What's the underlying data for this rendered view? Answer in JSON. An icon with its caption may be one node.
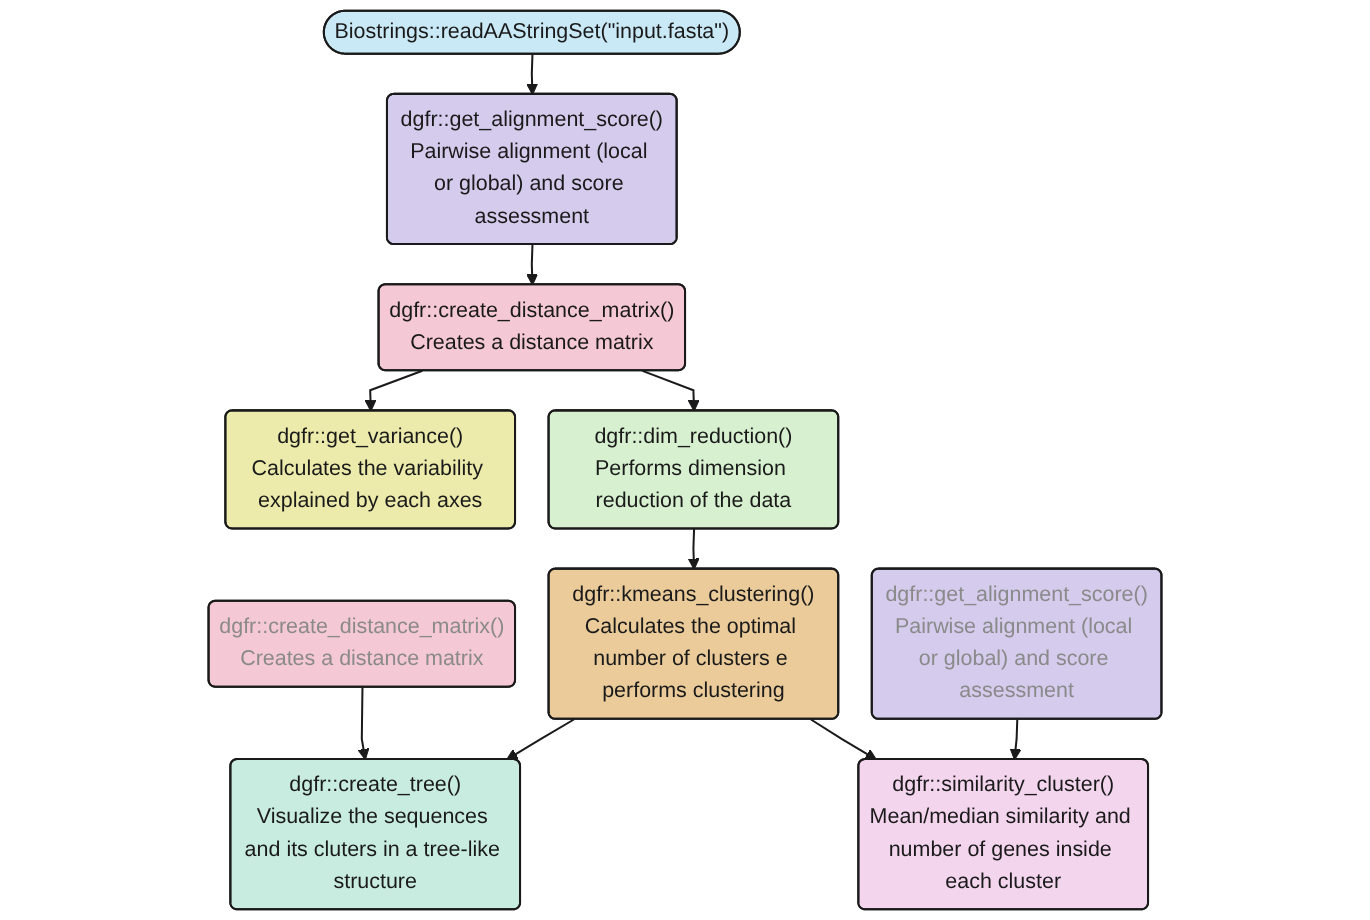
{
  "diagram": {
    "nodes": [
      {
        "text": [
          "Biostrings::readAAStringSet(\"input.fasta\")"
        ]
      },
      {
        "text": [
          "dgfr::get_alignment_score()",
          "Pairwise alignment (local or global) and score assessment"
        ]
      },
      {
        "text": [
          "dgfr::create_distance_matrix()",
          "Creates a distance matrix"
        ]
      },
      {
        "text": [
          "dgfr::get_variance()",
          "Calculates the variability explained by each axes"
        ]
      },
      {
        "text": [
          "dgfr::dim_reduction()",
          "Performs dimension reduction of the data"
        ]
      },
      {
        "text": [
          "dgfr::create_distance_matrix()",
          "Creates a distance matrix"
        ]
      },
      {
        "text": [
          "dgfr::kmeans_clustering()",
          "Calculates the optimal number of clusters e performs clustering"
        ]
      },
      {
        "text": [
          "dgfr::get_alignment_score()",
          "Pairwise alignment (local or global) and score assessment"
        ]
      },
      {
        "text": [
          "dgfr::create_tree()",
          "Visualize the sequences and its cluters in a tree-like structure"
        ]
      },
      {
        "text": [
          "dgfr::similarity_cluster()",
          "Mean/median similarity and number of genes inside each cluster"
        ]
      }
    ],
    "edges": [
      {
        "from": 0,
        "to": 1,
        "arrow": "to"
      },
      {
        "from": 1,
        "to": 2,
        "arrow": "to"
      },
      {
        "from": 2,
        "to": 3,
        "arrow": "to"
      },
      {
        "from": 2,
        "to": 4,
        "arrow": "to"
      },
      {
        "from": 4,
        "to": 6,
        "arrow": "to"
      },
      {
        "from": 5,
        "to": 8,
        "arrow": "to"
      },
      {
        "from": 6,
        "to": 8,
        "arrow": "to"
      },
      {
        "from": 6,
        "to": 9,
        "arrow": "to"
      },
      {
        "from": 7,
        "to": 9,
        "arrow": "to"
      }
    ]
  }
}
